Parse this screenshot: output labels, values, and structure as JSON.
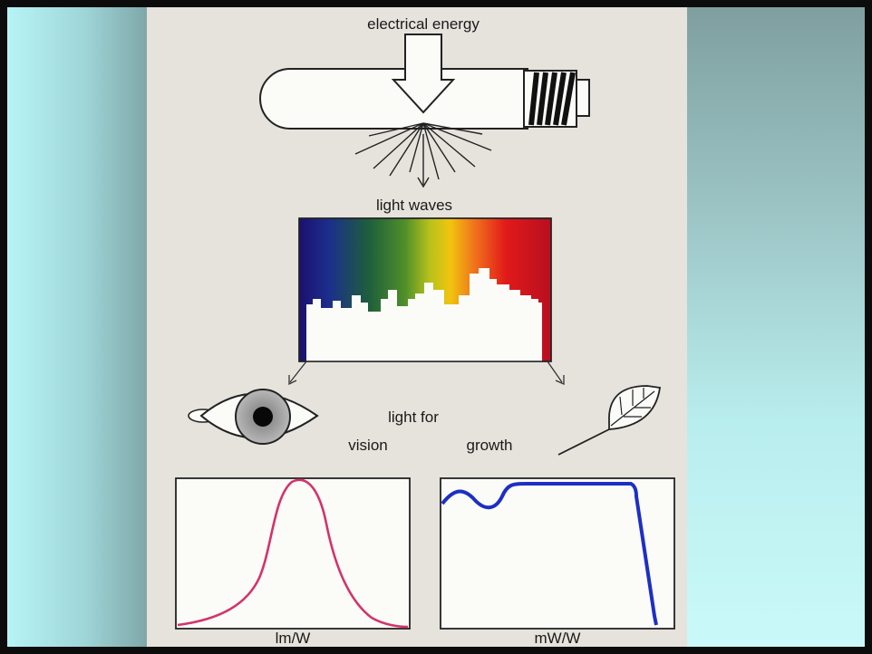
{
  "labels": {
    "electrical_energy": "electrical energy",
    "light_waves": "light waves",
    "light_for": "light for",
    "vision": "vision",
    "growth": "growth",
    "lm_per_w": "lm/W",
    "mw_per_w": "mW/W"
  },
  "colors": {
    "vision_curve": "#d2346a",
    "growth_curve": "#1d2fc3",
    "figure_background": "#e6e3dc"
  }
}
